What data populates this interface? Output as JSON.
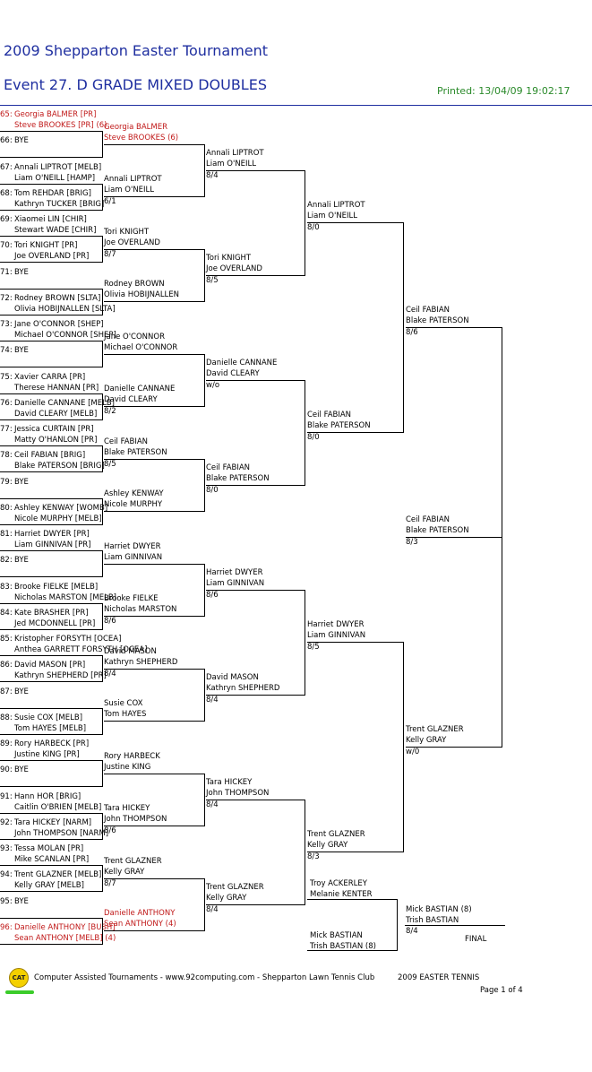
{
  "header": {
    "title": "2009 Shepparton Easter Tournament",
    "event": "Event 27. D GRADE MIXED DOUBLES",
    "printed": "Printed: 13/04/09 19:02:17"
  },
  "round1": [
    {
      "num": "65:",
      "p1": "Georgia BALMER [PR]",
      "p2": "Steve BROOKES [PR] (6)",
      "red": true
    },
    {
      "num": "66:",
      "p1": "BYE",
      "p2": ""
    },
    {
      "num": "67:",
      "p1": "Annali LIPTROT [MELB]",
      "p2": "Liam O'NEILL [HAMP]"
    },
    {
      "num": "68:",
      "p1": "Tom REHDAR [BRIG]",
      "p2": "Kathryn TUCKER [BRIG]"
    },
    {
      "num": "69:",
      "p1": "Xiaomei LIN [CHIR]",
      "p2": "Stewart WADE [CHIR]"
    },
    {
      "num": "70:",
      "p1": "Tori KNIGHT [PR]",
      "p2": "Joe OVERLAND [PR]"
    },
    {
      "num": "71:",
      "p1": "BYE",
      "p2": ""
    },
    {
      "num": "72:",
      "p1": "Rodney BROWN [SLTA]",
      "p2": "Olivia HOBIJNALLEN [SLTA]"
    },
    {
      "num": "73:",
      "p1": "Jane O'CONNOR [SHEP]",
      "p2": "Michael O'CONNOR [SHEP]"
    },
    {
      "num": "74:",
      "p1": "BYE",
      "p2": ""
    },
    {
      "num": "75:",
      "p1": "Xavier CARRA [PR]",
      "p2": "Therese HANNAN [PR]"
    },
    {
      "num": "76:",
      "p1": "Danielle CANNANE [MELB]",
      "p2": "David CLEARY [MELB]"
    },
    {
      "num": "77:",
      "p1": "Jessica CURTAIN [PR]",
      "p2": "Matty O'HANLON [PR]"
    },
    {
      "num": "78:",
      "p1": "Ceil FABIAN [BRIG]",
      "p2": "Blake PATERSON [BRIG]"
    },
    {
      "num": "79:",
      "p1": "BYE",
      "p2": ""
    },
    {
      "num": "80:",
      "p1": "Ashley KENWAY [WOMB]",
      "p2": "Nicole MURPHY [MELB]"
    },
    {
      "num": "81:",
      "p1": "Harriet DWYER [PR]",
      "p2": "Liam GINNIVAN [PR]"
    },
    {
      "num": "82:",
      "p1": "BYE",
      "p2": ""
    },
    {
      "num": "83:",
      "p1": "Brooke FIELKE [MELB]",
      "p2": "Nicholas MARSTON [MELB]"
    },
    {
      "num": "84:",
      "p1": "Kate BRASHER [PR]",
      "p2": "Jed MCDONNELL [PR]"
    },
    {
      "num": "85:",
      "p1": "Kristopher FORSYTH [OCEA]",
      "p2": "Anthea GARRETT FORSYTH [OCEA]"
    },
    {
      "num": "86:",
      "p1": "David MASON [PR]",
      "p2": "Kathryn SHEPHERD [PR]"
    },
    {
      "num": "87:",
      "p1": "BYE",
      "p2": ""
    },
    {
      "num": "88:",
      "p1": "Susie COX [MELB]",
      "p2": "Tom HAYES [MELB]"
    },
    {
      "num": "89:",
      "p1": "Rory HARBECK [PR]",
      "p2": "Justine KING [PR]"
    },
    {
      "num": "90:",
      "p1": "BYE",
      "p2": ""
    },
    {
      "num": "91:",
      "p1": "Hann HOR [BRIG]",
      "p2": "Caitlin O'BRIEN [MELB]"
    },
    {
      "num": "92:",
      "p1": "Tara HICKEY [NARM]",
      "p2": "John THOMPSON [NARM]"
    },
    {
      "num": "93:",
      "p1": "Tessa MOLAN [PR]",
      "p2": "Mike SCANLAN [PR]"
    },
    {
      "num": "94:",
      "p1": "Trent GLAZNER [MELB]",
      "p2": "Kelly GRAY [MELB]"
    },
    {
      "num": "95:",
      "p1": "BYE",
      "p2": ""
    },
    {
      "num": "96:",
      "p1": "Danielle ANTHONY [BUSH]",
      "p2": "Sean ANTHONY [MELB] (4)",
      "red": true
    }
  ],
  "round2": [
    {
      "p1": "Georgia BALMER",
      "p2": "Steve BROOKES (6)",
      "score": "",
      "red": true
    },
    {
      "p1": "Annali LIPTROT",
      "p2": "Liam O'NEILL",
      "score": "6/1"
    },
    {
      "p1": "Tori KNIGHT",
      "p2": "Joe OVERLAND",
      "score": "8/7"
    },
    {
      "p1": "Rodney BROWN",
      "p2": "Olivia HOBIJNALLEN",
      "score": ""
    },
    {
      "p1": "Jane O'CONNOR",
      "p2": "Michael O'CONNOR",
      "score": ""
    },
    {
      "p1": "Danielle CANNANE",
      "p2": "David CLEARY",
      "score": "8/2"
    },
    {
      "p1": "Ceil FABIAN",
      "p2": "Blake PATERSON",
      "score": "8/5"
    },
    {
      "p1": "Ashley KENWAY",
      "p2": "Nicole MURPHY",
      "score": ""
    },
    {
      "p1": "Harriet DWYER",
      "p2": "Liam GINNIVAN",
      "score": ""
    },
    {
      "p1": "Brooke FIELKE",
      "p2": "Nicholas MARSTON",
      "score": "8/6"
    },
    {
      "p1": "David MASON",
      "p2": "Kathryn SHEPHERD",
      "score": "8/4"
    },
    {
      "p1": "Susie COX",
      "p2": "Tom HAYES",
      "score": ""
    },
    {
      "p1": "Rory HARBECK",
      "p2": "Justine KING",
      "score": ""
    },
    {
      "p1": "Tara HICKEY",
      "p2": "John THOMPSON",
      "score": "8/6"
    },
    {
      "p1": "Trent GLAZNER",
      "p2": "Kelly GRAY",
      "score": "8/7"
    },
    {
      "p1": "Danielle ANTHONY",
      "p2": "Sean ANTHONY (4)",
      "score": "",
      "red": true
    }
  ],
  "round3": [
    {
      "p1": "Annali LIPTROT",
      "p2": "Liam O'NEILL",
      "score": "8/4"
    },
    {
      "p1": "Tori KNIGHT",
      "p2": "Joe OVERLAND",
      "score": "8/5"
    },
    {
      "p1": "Danielle CANNANE",
      "p2": "David CLEARY",
      "score": "w/o"
    },
    {
      "p1": "Ceil FABIAN",
      "p2": "Blake PATERSON",
      "score": "8/0"
    },
    {
      "p1": "Harriet DWYER",
      "p2": "Liam GINNIVAN",
      "score": "8/6"
    },
    {
      "p1": "David MASON",
      "p2": "Kathryn SHEPHERD",
      "score": "8/4"
    },
    {
      "p1": "Tara HICKEY",
      "p2": "John THOMPSON",
      "score": "8/4"
    },
    {
      "p1": "Trent GLAZNER",
      "p2": "Kelly GRAY",
      "score": "8/4"
    }
  ],
  "round4": [
    {
      "p1": "Annali LIPTROT",
      "p2": "Liam O'NEILL",
      "score": "8/0"
    },
    {
      "p1": "Ceil FABIAN",
      "p2": "Blake PATERSON",
      "score": "8/0"
    },
    {
      "p1": "Harriet DWYER",
      "p2": "Liam GINNIVAN",
      "score": "8/5"
    },
    {
      "p1": "Trent GLAZNER",
      "p2": "Kelly GRAY",
      "score": "8/3"
    }
  ],
  "round5": [
    {
      "p1": "Ceil FABIAN",
      "p2": "Blake PATERSON",
      "score": "8/6"
    },
    {
      "p1": "Trent GLAZNER",
      "p2": "Kelly GRAY",
      "score": "w/0"
    }
  ],
  "round6": [
    {
      "p1": "Ceil FABIAN",
      "p2": "Blake PATERSON",
      "score": "8/3"
    }
  ],
  "final": {
    "e1_p1": "Troy ACKERLEY",
    "e1_p2": "Melanie KENTER",
    "e2_p1": "Mick BASTIAN",
    "e2_p2": "Trish BASTIAN (8)",
    "w_p1": "Mick BASTIAN (8)",
    "w_p2": "Trish BASTIAN",
    "w_score": "8/4",
    "label": "FINAL"
  },
  "footer": {
    "logo": "CAT",
    "left": "Computer Assisted Tournaments - www.92computing.com -  Shepparton Lawn Tennis Club",
    "right": "2009 EASTER TENNIS",
    "page": "Page 1 of 4"
  }
}
